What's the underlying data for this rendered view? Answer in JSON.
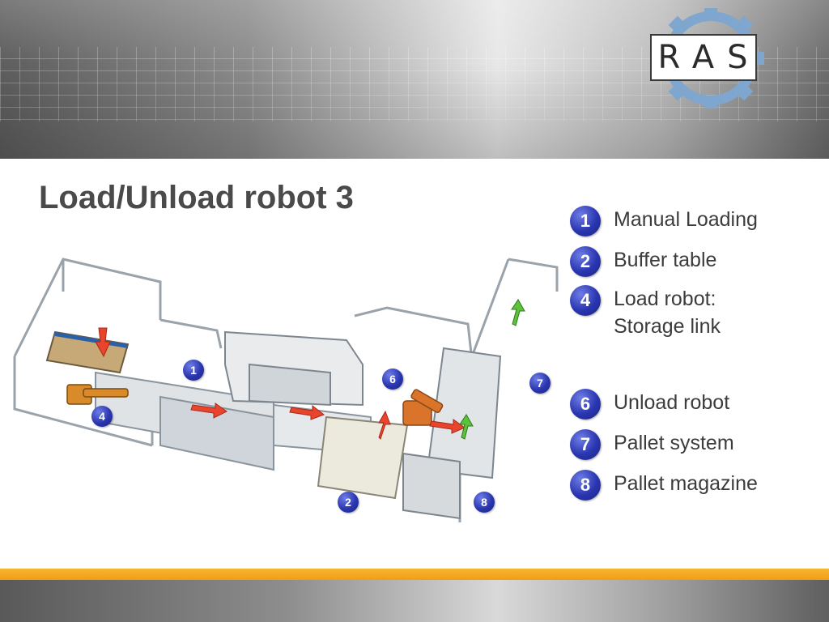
{
  "logo": {
    "text": "RAS"
  },
  "title": "Load/Unload robot 3",
  "legend": [
    {
      "num": "1",
      "label": "Manual Loading"
    },
    {
      "num": "2",
      "label": "Buffer table"
    },
    {
      "num": "4",
      "label": "Load robot: Storage link"
    },
    {
      "num": "6",
      "label": "Unload robot"
    },
    {
      "num": "7",
      "label": "Pallet system"
    },
    {
      "num": "8",
      "label": "Pallet magazine"
    }
  ],
  "diagram": {
    "markers": [
      "1",
      "2",
      "4",
      "6",
      "7",
      "8"
    ]
  },
  "colors": {
    "accent_orange": "#f39c12",
    "marker_blue": "#2a36b0",
    "arrow_red": "#e8452c",
    "arrow_green": "#5cc23a",
    "robot_orange": "#d9742a"
  }
}
